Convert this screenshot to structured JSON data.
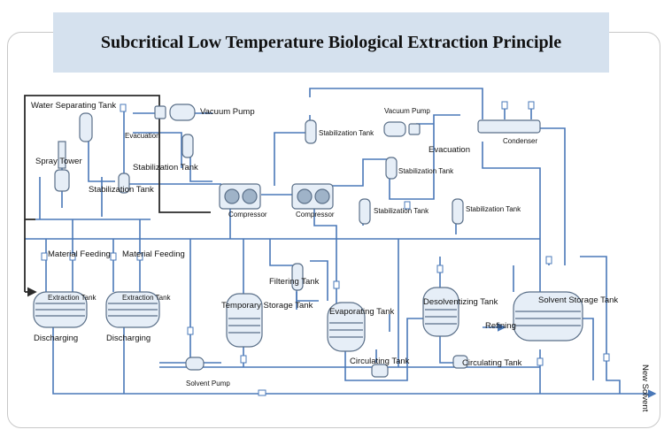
{
  "title": "Subcritical Low Temperature Biological Extraction Principle",
  "labels": {
    "water_separating_tank": "Water Separating Tank",
    "vacuum_pump_1": "Vacuum Pump",
    "evacuation_1": "Evacuation",
    "spray_tower": "Spray Tower",
    "stabilization_tank_1": "Stabilization Tank",
    "stabilization_tank_2": "Stabilization Tank",
    "compressor_1": "Compressor",
    "compressor_2": "Compressor",
    "stabilization_tank_3": "Stabilization Tank",
    "vacuum_pump_2": "Vacuum Pump",
    "evacuation_2": "Evacuation",
    "stabilization_tank_4": "Stabilization Tank",
    "stabilization_tank_5": "Stabilization Tank",
    "stabilization_tank_6": "Stabilization Tank",
    "condenser": "Condenser",
    "material_feeding_1": "Material Feeding",
    "material_feeding_2": "Material Feeding",
    "extraction_tank_1": "Extraction Tank",
    "extraction_tank_2": "Extraction Tank",
    "discharging_1": "Discharging",
    "discharging_2": "Discharging",
    "filtering_tank": "Filtering Tank",
    "temporary_storage_tank": "Temporary Storage Tank",
    "evaporating_tank": "Evaporating Tank",
    "desolventizing_tank": "Desolventizing Tank",
    "solvent_storage_tank": "Solvent Storage Tank",
    "refining": "Refining",
    "circulating_tank_1": "Circulating Tank",
    "circulating_tank_2": "Circulating Tank",
    "solvent_pump": "Solvent Pump",
    "new_solvent": "New Solvent"
  },
  "colors": {
    "pipe": "#4a78b8",
    "pipe_dark": "#2b2b2b",
    "equipment_fill": "#e6eef7",
    "equipment_stroke": "#5a6f88",
    "title_bg": "#d5e1ee"
  }
}
